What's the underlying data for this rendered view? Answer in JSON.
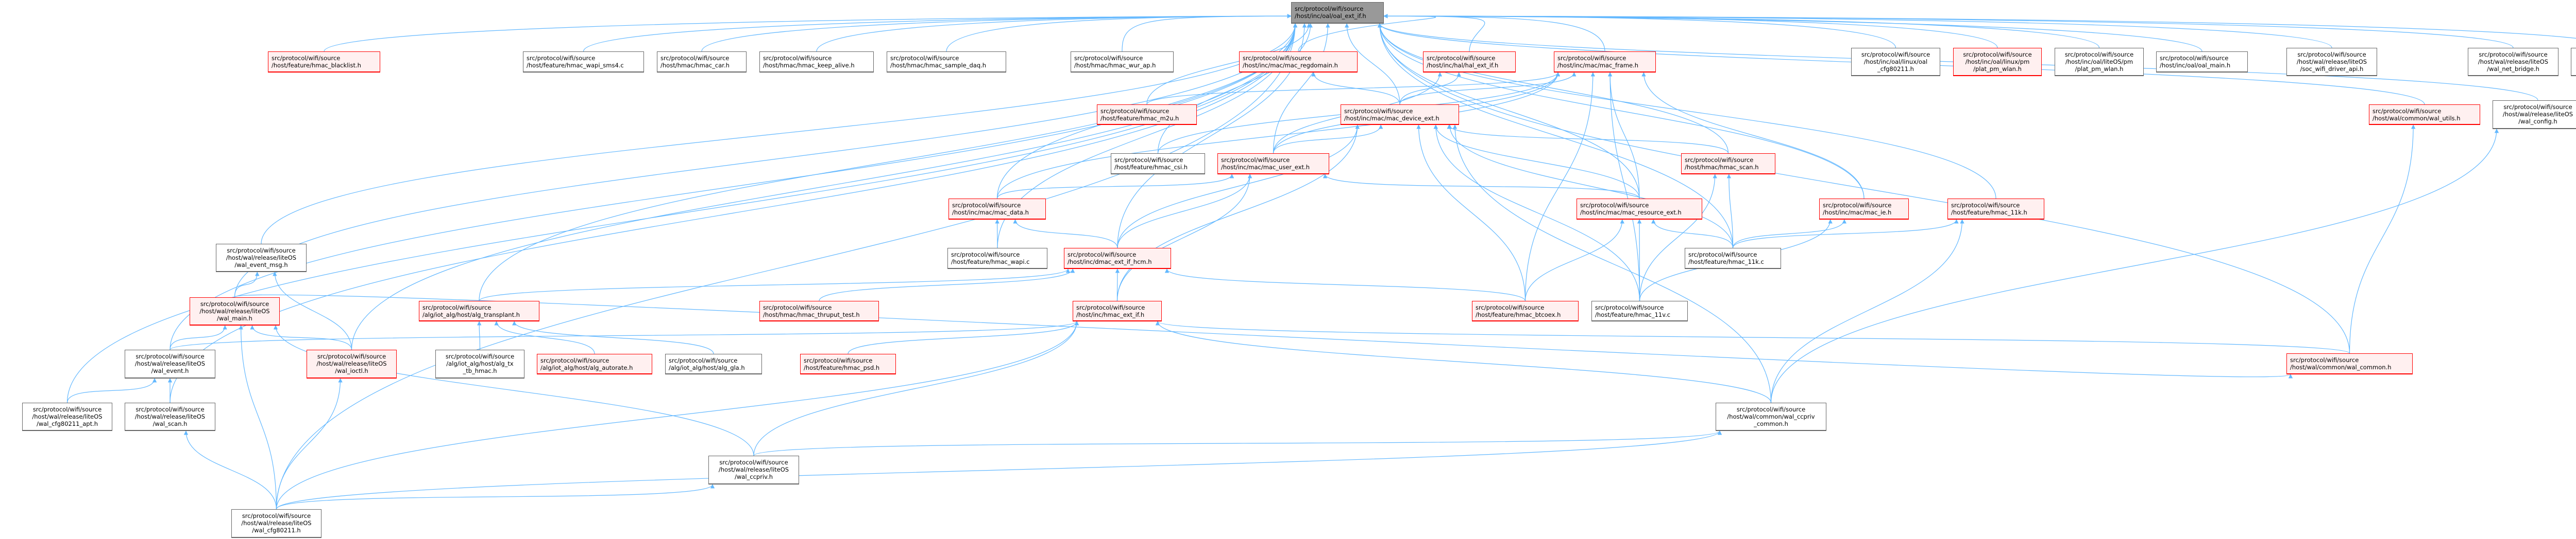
{
  "graph": {
    "title": "included-by dependency graph",
    "colors": {
      "edge": "#63b8ff",
      "root_fill": "#999999",
      "red_border": "#ff0000",
      "red_fill": "#fff0f0",
      "plain_border": "#666666"
    },
    "nodes": {
      "oal_ext_if": {
        "label": "src/protocol/wifi/source\n/host/inc/oal/oal_ext_if.h",
        "kind": "root"
      },
      "blacklist": {
        "label": "src/protocol/wifi/source\n/host/feature/hmac_blacklist.h",
        "kind": "red"
      },
      "wapi_sms4": {
        "label": "src/protocol/wifi/source\n/host/feature/hmac_wapi_sms4.c",
        "kind": "plain"
      },
      "car": {
        "label": "src/protocol/wifi/source\n/host/hmac/hmac_car.h",
        "kind": "plain"
      },
      "keep_alive": {
        "label": "src/protocol/wifi/source\n/host/hmac/hmac_keep_alive.h",
        "kind": "plain"
      },
      "sample_daq": {
        "label": "src/protocol/wifi/source\n/host/hmac/hmac_sample_daq.h",
        "kind": "plain"
      },
      "wur_ap": {
        "label": "src/protocol/wifi/source\n/host/hmac/hmac_wur_ap.h",
        "kind": "plain"
      },
      "regdomain": {
        "label": "src/protocol/wifi/source\n/host/inc/mac/mac_regdomain.h",
        "kind": "red"
      },
      "hal_ext_if": {
        "label": "src/protocol/wifi/source\n/host/inc/hal/hal_ext_if.h",
        "kind": "red"
      },
      "mac_frame": {
        "label": "src/protocol/wifi/source\n/host/inc/mac/mac_frame.h",
        "kind": "red"
      },
      "oal_cfg80211": {
        "label": "src/protocol/wifi/source\n/host/inc/oal/linux/oal\n_cfg80211.h",
        "kind": "plain"
      },
      "plat_pm_linux": {
        "label": "src/protocol/wifi/source\n/host/inc/oal/linux/pm\n/plat_pm_wlan.h",
        "kind": "red"
      },
      "plat_pm_liteos": {
        "label": "src/protocol/wifi/source\n/host/inc/oal/liteOS/pm\n/plat_pm_wlan.h",
        "kind": "plain"
      },
      "oal_main": {
        "label": "src/protocol/wifi/source\n/host/inc/oal/oal_main.h",
        "kind": "plain"
      },
      "soc_wifi": {
        "label": "src/protocol/wifi/source\n/host/wal/release/liteOS\n/soc_wifi_driver_api.h",
        "kind": "plain"
      },
      "net_bridge": {
        "label": "src/protocol/wifi/source\n/host/wal/release/liteOS\n/wal_net_bridge.h",
        "kind": "plain"
      },
      "regdb": {
        "label": "src/protocol/wifi/source\n/host/wal/release/liteOS\n/wal_regdb.h",
        "kind": "plain"
      },
      "m2u": {
        "label": "src/protocol/wifi/source\n/host/feature/hmac_m2u.h",
        "kind": "red"
      },
      "mac_device_ext": {
        "label": "src/protocol/wifi/source\n/host/inc/mac/mac_device_ext.h",
        "kind": "red"
      },
      "wal_utils": {
        "label": "src/protocol/wifi/source\n/host/wal/common/wal_utils.h",
        "kind": "red"
      },
      "wal_config": {
        "label": "src/protocol/wifi/source\n/host/wal/release/liteOS\n/wal_config.h",
        "kind": "plain"
      },
      "csi": {
        "label": "src/protocol/wifi/source\n/host/feature/hmac_csi.h",
        "kind": "plain"
      },
      "mac_user_ext": {
        "label": "src/protocol/wifi/source\n/host/inc/mac/mac_user_ext.h",
        "kind": "red"
      },
      "hmac_scan": {
        "label": "src/protocol/wifi/source\n/host/hmac/hmac_scan.h",
        "kind": "red"
      },
      "mac_data": {
        "label": "src/protocol/wifi/source\n/host/inc/mac/mac_data.h",
        "kind": "red"
      },
      "mac_resource_ext": {
        "label": "src/protocol/wifi/source\n/host/inc/mac/mac_resource_ext.h",
        "kind": "red"
      },
      "mac_ie": {
        "label": "src/protocol/wifi/source\n/host/inc/mac/mac_ie.h",
        "kind": "red"
      },
      "hmac_11k_h": {
        "label": "src/protocol/wifi/source\n/host/feature/hmac_11k.h",
        "kind": "red"
      },
      "wal_event_msg": {
        "label": "src/protocol/wifi/source\n/host/wal/release/liteOS\n/wal_event_msg.h",
        "kind": "plain"
      },
      "hmac_wapi_c": {
        "label": "src/protocol/wifi/source\n/host/feature/hmac_wapi.c",
        "kind": "plain"
      },
      "dmac_hcm": {
        "label": "src/protocol/wifi/source\n/host/inc/dmac_ext_if_hcm.h",
        "kind": "red"
      },
      "hmac_11k_c": {
        "label": "src/protocol/wifi/source\n/host/feature/hmac_11k.c",
        "kind": "plain"
      },
      "wal_main": {
        "label": "src/protocol/wifi/source\n/host/wal/release/liteOS\n/wal_main.h",
        "kind": "red"
      },
      "alg_transplant": {
        "label": "src/protocol/wifi/source\n/alg/iot_alg/host/alg_transplant.h",
        "kind": "red"
      },
      "thruput": {
        "label": "src/protocol/wifi/source\n/host/hmac/hmac_thruput_test.h",
        "kind": "red"
      },
      "hmac_ext_if": {
        "label": "src/protocol/wifi/source\n/host/inc/hmac_ext_if.h",
        "kind": "red"
      },
      "btcoex": {
        "label": "src/protocol/wifi/source\n/host/feature/hmac_btcoex.h",
        "kind": "red"
      },
      "hmac_11v": {
        "label": "src/protocol/wifi/source\n/host/feature/hmac_11v.c",
        "kind": "plain"
      },
      "wal_event": {
        "label": "src/protocol/wifi/source\n/host/wal/release/liteOS\n/wal_event.h",
        "kind": "plain"
      },
      "wal_ioctl": {
        "label": "src/protocol/wifi/source\n/host/wal/release/liteOS\n/wal_ioctl.h",
        "kind": "red"
      },
      "alg_tx_tb": {
        "label": "src/protocol/wifi/source\n/alg/iot_alg/host/alg_tx\n_tb_hmac.h",
        "kind": "plain"
      },
      "alg_autorate": {
        "label": "src/protocol/wifi/source\n/alg/iot_alg/host/alg_autorate.h",
        "kind": "red"
      },
      "alg_gla": {
        "label": "src/protocol/wifi/source\n/alg/iot_alg/host/alg_gla.h",
        "kind": "plain"
      },
      "psd": {
        "label": "src/protocol/wifi/source\n/host/feature/hmac_psd.h",
        "kind": "red"
      },
      "wal_common": {
        "label": "src/protocol/wifi/source\n/host/wal/common/wal_common.h",
        "kind": "red"
      },
      "cfg80211_apt": {
        "label": "src/protocol/wifi/source\n/host/wal/release/liteOS\n/wal_cfg80211_apt.h",
        "kind": "plain"
      },
      "wal_scan": {
        "label": "src/protocol/wifi/source\n/host/wal/release/liteOS\n/wal_scan.h",
        "kind": "plain"
      },
      "ccpriv_common": {
        "label": "src/protocol/wifi/source\n/host/wal/common/wal_ccpriv\n_common.h",
        "kind": "plain"
      },
      "wal_ccpriv": {
        "label": "src/protocol/wifi/source\n/host/wal/release/liteOS\n/wal_ccpriv.h",
        "kind": "plain"
      },
      "wal_cfg80211": {
        "label": "src/protocol/wifi/source\n/host/wal/release/liteOS\n/wal_cfg80211.h",
        "kind": "plain"
      }
    },
    "edges": [
      [
        "blacklist",
        "oal_ext_if"
      ],
      [
        "wapi_sms4",
        "oal_ext_if"
      ],
      [
        "car",
        "oal_ext_if"
      ],
      [
        "keep_alive",
        "oal_ext_if"
      ],
      [
        "sample_daq",
        "oal_ext_if"
      ],
      [
        "wur_ap",
        "oal_ext_if"
      ],
      [
        "regdomain",
        "oal_ext_if"
      ],
      [
        "hal_ext_if",
        "oal_ext_if"
      ],
      [
        "mac_frame",
        "oal_ext_if"
      ],
      [
        "oal_cfg80211",
        "oal_ext_if"
      ],
      [
        "plat_pm_linux",
        "oal_ext_if"
      ],
      [
        "plat_pm_liteos",
        "oal_ext_if"
      ],
      [
        "oal_main",
        "oal_ext_if"
      ],
      [
        "soc_wifi",
        "oal_ext_if"
      ],
      [
        "net_bridge",
        "oal_ext_if"
      ],
      [
        "regdb",
        "oal_ext_if"
      ],
      [
        "wal_utils",
        "oal_ext_if"
      ],
      [
        "wal_config",
        "oal_ext_if"
      ],
      [
        "mac_device_ext",
        "oal_ext_if"
      ],
      [
        "csi",
        "oal_ext_if"
      ],
      [
        "mac_user_ext",
        "oal_ext_if"
      ],
      [
        "hmac_scan",
        "oal_ext_if"
      ],
      [
        "mac_data",
        "oal_ext_if"
      ],
      [
        "mac_ie",
        "oal_ext_if"
      ],
      [
        "hmac_11k_h",
        "oal_ext_if"
      ],
      [
        "hmac_11k_c",
        "oal_ext_if"
      ],
      [
        "hmac_wapi_c",
        "oal_ext_if"
      ],
      [
        "dmac_hcm",
        "oal_ext_if"
      ],
      [
        "wal_event_msg",
        "oal_ext_if"
      ],
      [
        "wal_main",
        "oal_ext_if"
      ],
      [
        "wal_event",
        "oal_ext_if"
      ],
      [
        "cfg80211_apt",
        "oal_ext_if"
      ],
      [
        "wal_scan",
        "oal_ext_if"
      ],
      [
        "wal_cfg80211",
        "oal_ext_if"
      ],
      [
        "wal_ioctl",
        "oal_ext_if"
      ],
      [
        "alg_transplant",
        "oal_ext_if"
      ],
      [
        "mac_resource_ext",
        "oal_ext_if"
      ],
      [
        "m2u",
        "oal_ext_if"
      ],
      [
        "wal_common",
        "oal_ext_if"
      ],
      [
        "mac_device_ext",
        "regdomain"
      ],
      [
        "mac_device_ext",
        "hal_ext_if"
      ],
      [
        "mac_device_ext",
        "mac_frame"
      ],
      [
        "mac_user_ext",
        "mac_frame"
      ],
      [
        "mac_user_ext",
        "hal_ext_if"
      ],
      [
        "m2u",
        "mac_frame"
      ],
      [
        "csi",
        "mac_frame"
      ],
      [
        "mac_data",
        "mac_frame"
      ],
      [
        "mac_ie",
        "mac_frame"
      ],
      [
        "btcoex",
        "mac_frame"
      ],
      [
        "hmac_11v",
        "mac_frame"
      ],
      [
        "mac_resource_ext",
        "mac_frame"
      ],
      [
        "hmac_scan",
        "mac_device_ext"
      ],
      [
        "mac_user_ext",
        "mac_device_ext"
      ],
      [
        "mac_resource_ext",
        "mac_device_ext"
      ],
      [
        "dmac_hcm",
        "mac_device_ext"
      ],
      [
        "hmac_ext_if",
        "mac_device_ext"
      ],
      [
        "btcoex",
        "mac_device_ext"
      ],
      [
        "hmac_11v",
        "mac_device_ext"
      ],
      [
        "ccpriv_common",
        "mac_device_ext"
      ],
      [
        "hmac_11k_c",
        "mac_device_ext"
      ],
      [
        "mac_data",
        "mac_user_ext"
      ],
      [
        "dmac_hcm",
        "mac_user_ext"
      ],
      [
        "hmac_ext_if",
        "mac_user_ext"
      ],
      [
        "mac_resource_ext",
        "mac_user_ext"
      ],
      [
        "hmac_wapi_c",
        "mac_data"
      ],
      [
        "dmac_hcm",
        "mac_data"
      ],
      [
        "hmac_11k_c",
        "hmac_scan"
      ],
      [
        "hmac_11v",
        "hmac_scan"
      ],
      [
        "btcoex",
        "mac_resource_ext"
      ],
      [
        "hmac_11v",
        "mac_resource_ext"
      ],
      [
        "hmac_11k_c",
        "mac_resource_ext"
      ],
      [
        "hmac_11k_c",
        "mac_ie"
      ],
      [
        "hmac_11v",
        "mac_ie"
      ],
      [
        "hmac_11k_c",
        "hmac_11k_h"
      ],
      [
        "ccpriv_common",
        "hmac_11k_h"
      ],
      [
        "hmac_ext_if",
        "dmac_hcm"
      ],
      [
        "thruput",
        "dmac_hcm"
      ],
      [
        "alg_transplant",
        "dmac_hcm"
      ],
      [
        "btcoex",
        "dmac_hcm"
      ],
      [
        "wal_event",
        "hmac_ext_if"
      ],
      [
        "wal_ccpriv",
        "hmac_ext_if"
      ],
      [
        "wal_cfg80211",
        "hmac_ext_if"
      ],
      [
        "psd",
        "hmac_ext_if"
      ],
      [
        "ccpriv_common",
        "hmac_ext_if"
      ],
      [
        "wal_common",
        "hmac_ext_if"
      ],
      [
        "alg_tx_tb",
        "alg_transplant"
      ],
      [
        "alg_autorate",
        "alg_transplant"
      ],
      [
        "alg_gla",
        "alg_transplant"
      ],
      [
        "wal_main",
        "wal_event_msg"
      ],
      [
        "wal_ioctl",
        "wal_event_msg"
      ],
      [
        "wal_event",
        "wal_main"
      ],
      [
        "wal_ioctl",
        "wal_main"
      ],
      [
        "wal_cfg80211",
        "wal_main"
      ],
      [
        "wal_ccpriv",
        "wal_main"
      ],
      [
        "cfg80211_apt",
        "wal_event"
      ],
      [
        "wal_scan",
        "wal_event"
      ],
      [
        "wal_cfg80211",
        "wal_scan"
      ],
      [
        "wal_cfg80211",
        "wal_ioctl"
      ],
      [
        "wal_cfg80211",
        "wal_ccpriv"
      ],
      [
        "wal_cfg80211",
        "ccpriv_common"
      ],
      [
        "wal_ccpriv",
        "ccpriv_common"
      ],
      [
        "ccpriv_common",
        "wal_config"
      ],
      [
        "wal_common",
        "wal_utils"
      ],
      [
        "wal_main",
        "wal_common"
      ]
    ]
  }
}
